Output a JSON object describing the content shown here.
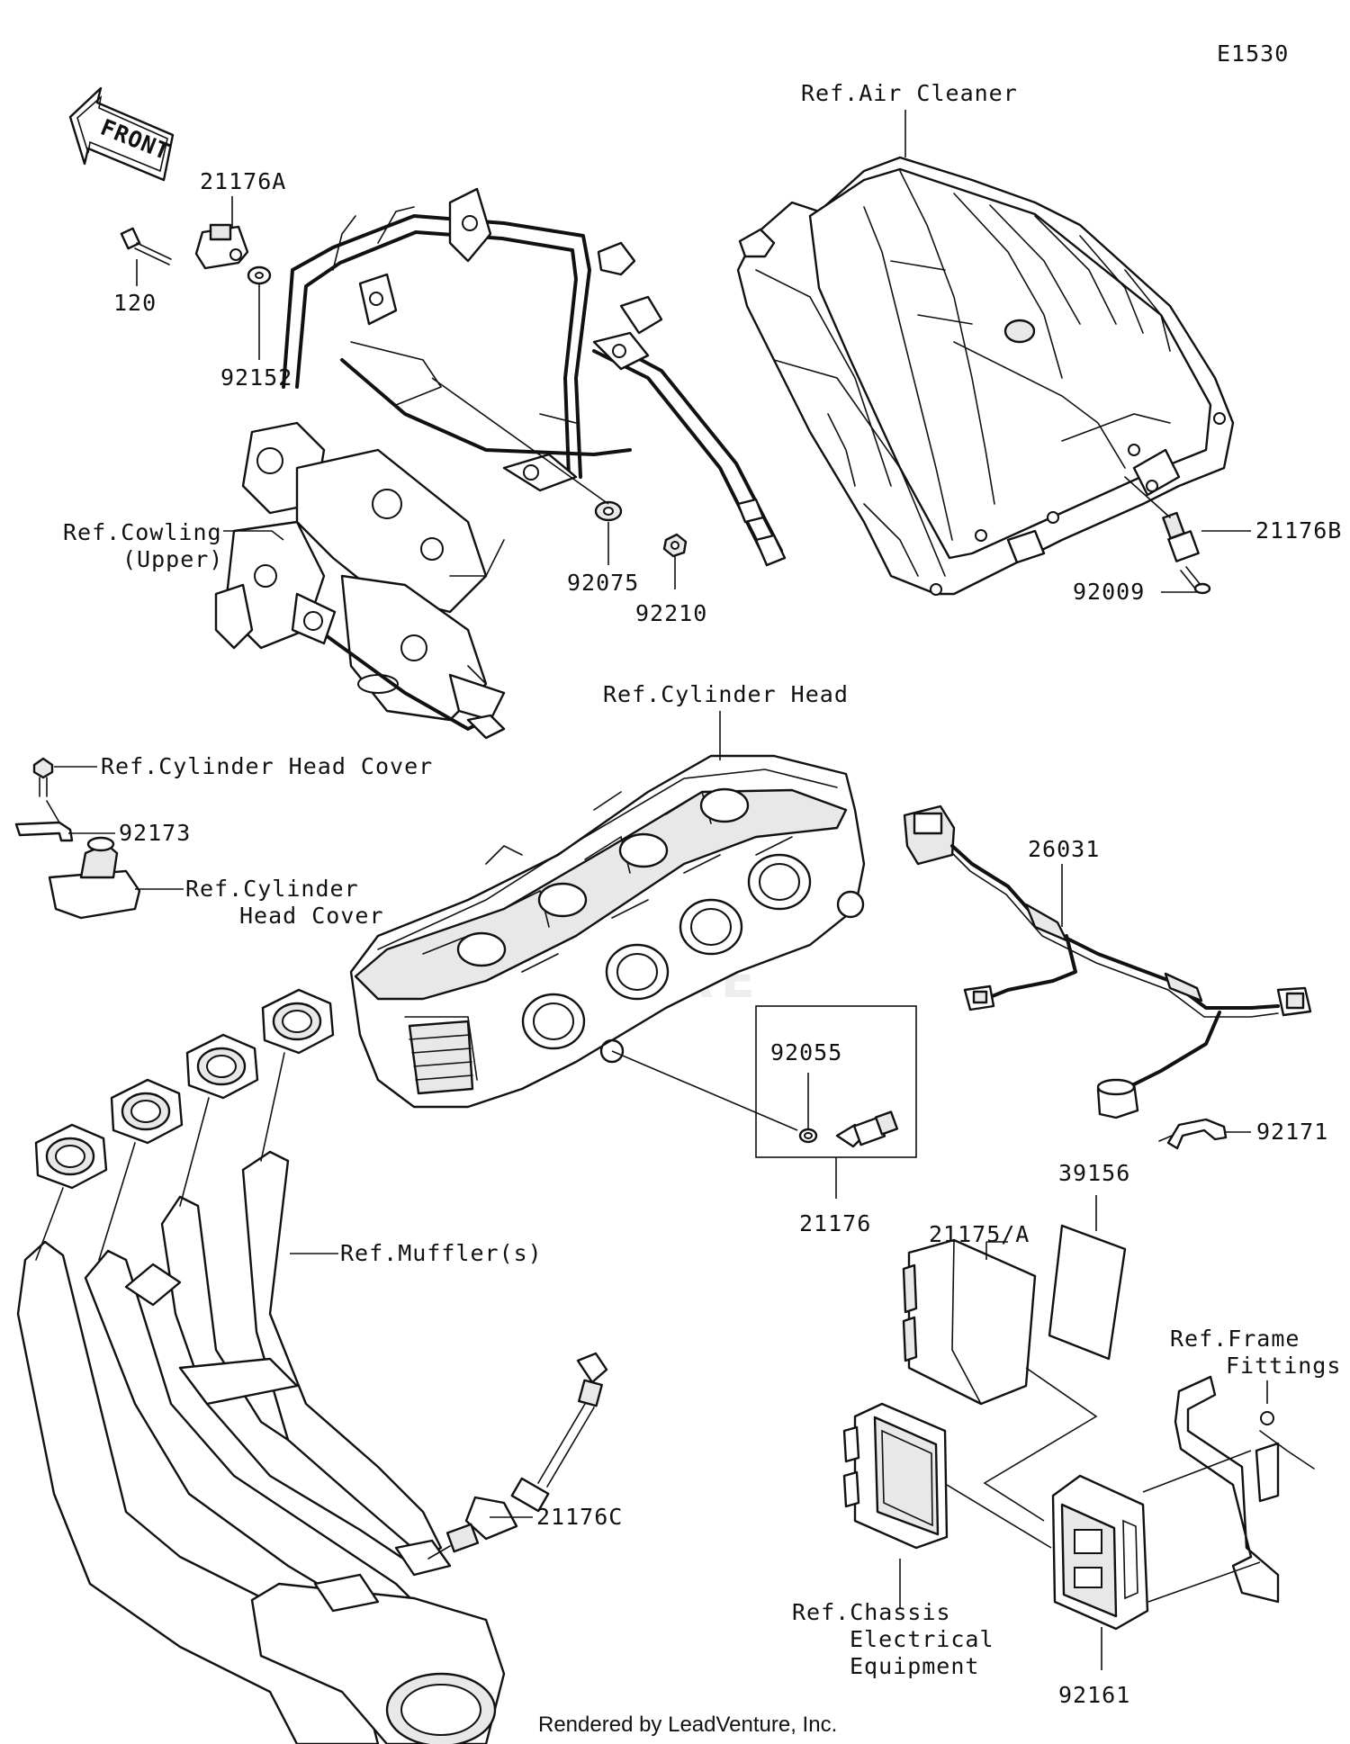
{
  "diagram_code": "E1530",
  "watermark": "TURE",
  "credit": "Rendered by LeadVenture, Inc.",
  "front_arrow": "FRONT",
  "labels": {
    "p21176A": "21176A",
    "p120": "120",
    "p92152": "92152",
    "cowling_1": "Ref.Cowling",
    "cowling_2": "(Upper)",
    "p92075": "92075",
    "p92210": "92210",
    "air_cleaner": "Ref.Air Cleaner",
    "p21176B": "21176B",
    "p92009": "92009",
    "cyl_head": "Ref.Cylinder Head",
    "cyl_head_cover_a": "Ref.Cylinder Head Cover",
    "p92173": "92173",
    "cyl_head_cover_b1": "Ref.Cylinder",
    "cyl_head_cover_b2": "Head Cover",
    "p26031": "26031",
    "p92055": "92055",
    "p21176": "21176",
    "p92171": "92171",
    "p39156": "39156",
    "p21175A": "21175/A",
    "frame_fittings_1": "Ref.Frame",
    "frame_fittings_2": "Fittings",
    "muffler": "Ref.Muffler(s)",
    "p21176C": "21176C",
    "chassis_1": "Ref.Chassis",
    "chassis_2": "Electrical",
    "chassis_3": "Equipment",
    "p92161": "92161"
  }
}
